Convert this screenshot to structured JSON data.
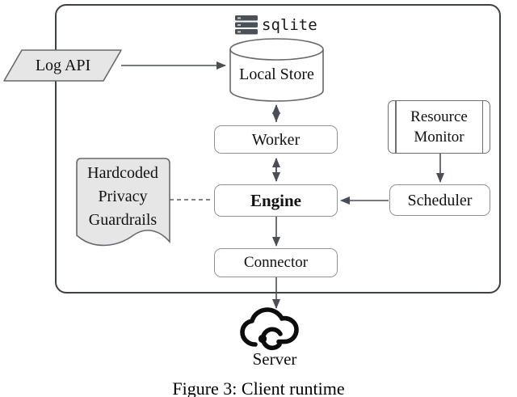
{
  "figure": {
    "caption": "Figure 3: Client runtime",
    "sqlite_label": "sqlite"
  },
  "nodes": {
    "log_api": {
      "label": "Log API",
      "shape": "parallelogram",
      "fill": "#e6e6e6"
    },
    "local_store": {
      "label": "Local Store",
      "shape": "cylinder"
    },
    "worker": {
      "label": "Worker",
      "shape": "rounded-rect"
    },
    "engine": {
      "label": "Engine",
      "shape": "rounded-rect",
      "emphasis": "bold"
    },
    "resource_monitor": {
      "lines": [
        "Resource",
        "Monitor"
      ],
      "shape": "predefined-process"
    },
    "scheduler": {
      "label": "Scheduler",
      "shape": "rounded-rect"
    },
    "guardrails": {
      "lines": [
        "Hardcoded",
        "Privacy",
        "Guardrails"
      ],
      "shape": "document",
      "fill": "#e6e6e6"
    },
    "connector": {
      "label": "Connector",
      "shape": "rounded-rect"
    },
    "server": {
      "label": "Server",
      "shape": "cloud-icon"
    }
  },
  "edges": [
    {
      "from": "log_api",
      "to": "local_store",
      "style": "arrow"
    },
    {
      "from": "local_store",
      "to": "worker",
      "style": "double-arrow"
    },
    {
      "from": "worker",
      "to": "engine",
      "style": "double-arrow"
    },
    {
      "from": "guardrails",
      "to": "engine",
      "style": "dashed-line"
    },
    {
      "from": "resource_monitor",
      "to": "scheduler",
      "style": "arrow"
    },
    {
      "from": "scheduler",
      "to": "engine",
      "style": "arrow"
    },
    {
      "from": "engine",
      "to": "connector",
      "style": "arrow"
    },
    {
      "from": "connector",
      "to": "server",
      "style": "arrow"
    }
  ],
  "colors": {
    "boundary_border": "#3b4248",
    "box_border": "#8f9398",
    "shape_border": "#666a6e",
    "gray_fill": "#e6e6e6",
    "arrow": "#4a4e55",
    "icon_black": "#0c0c0c"
  }
}
